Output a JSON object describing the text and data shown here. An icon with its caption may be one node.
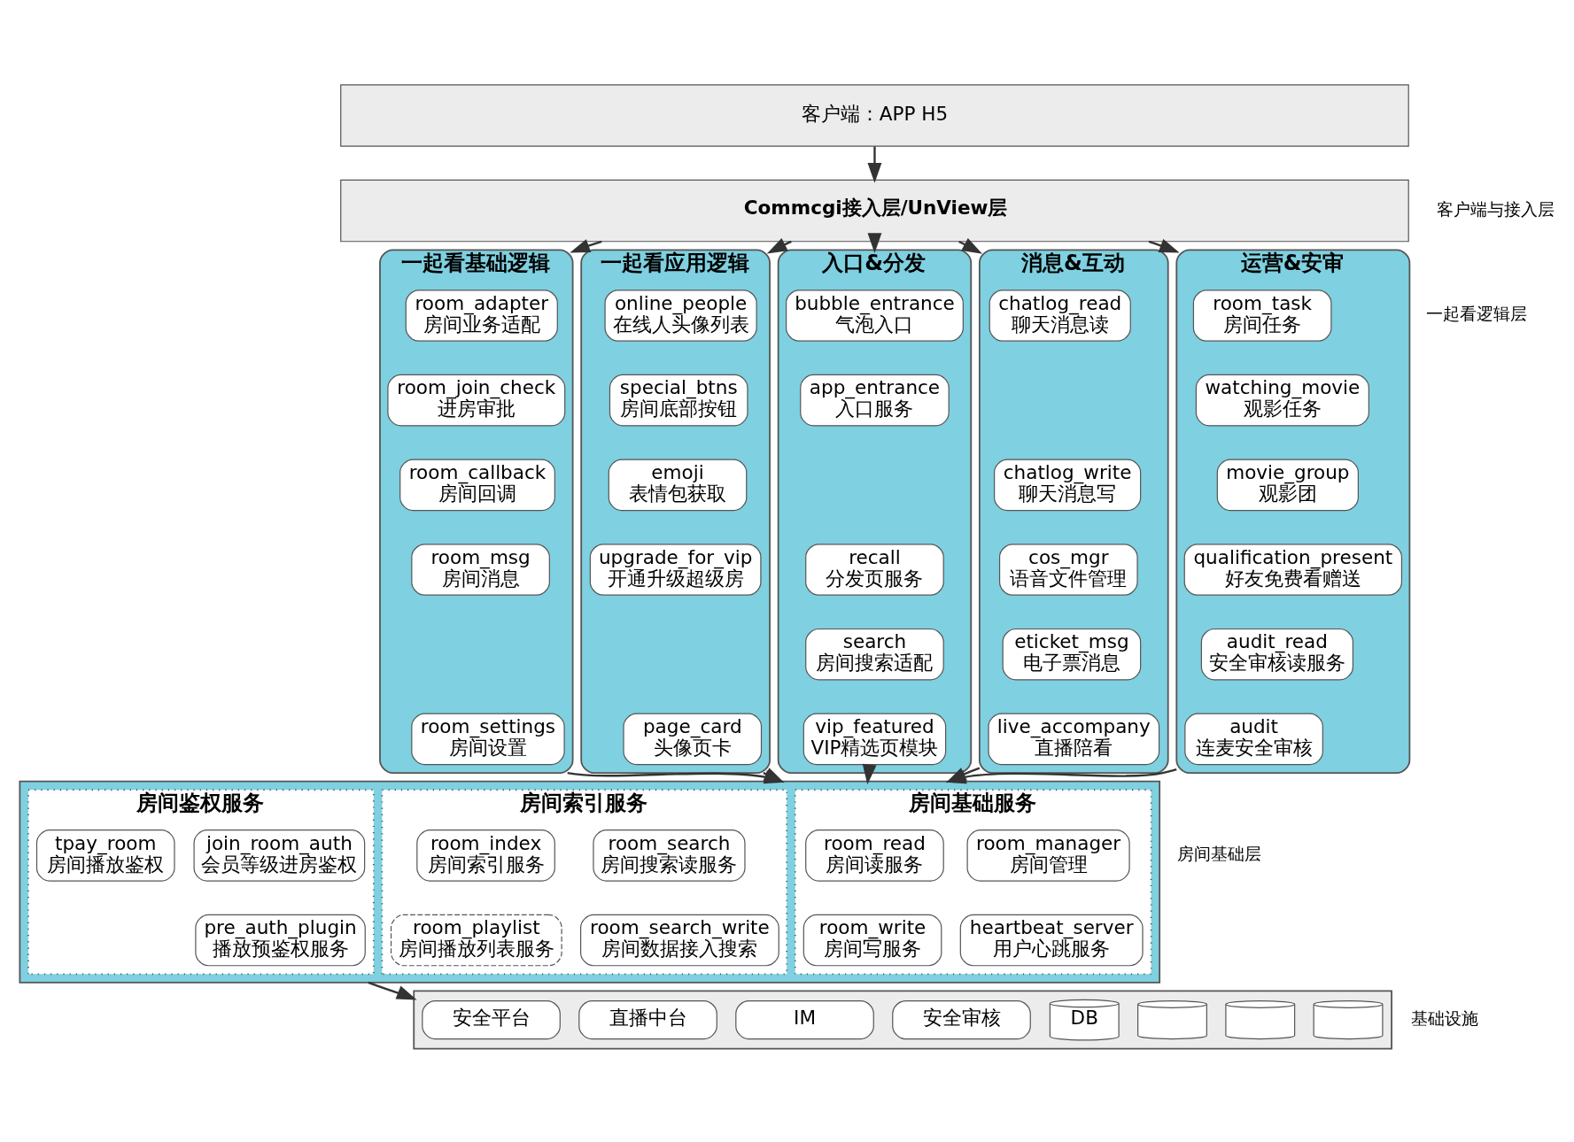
{
  "diagram": {
    "nodes": [
      {
        "text": [
          "客户端：APP H5"
        ]
      },
      {
        "text": [
          "Commcgi接入层/UnView层"
        ]
      },
      {
        "text": [
          "一起看基础逻辑"
        ]
      },
      {
        "text": [
          "room_adapter",
          "房间业务适配"
        ],
        "in": 2
      },
      {
        "text": [
          "room_join_check",
          "进房审批"
        ],
        "in": 2
      },
      {
        "text": [
          "room_callback",
          "房间回调"
        ],
        "in": 2
      },
      {
        "text": [
          "room_msg",
          "房间消息"
        ],
        "in": 2
      },
      {
        "text": [
          "room_settings",
          "房间设置"
        ],
        "in": 2
      },
      {
        "text": [
          "一起看应用逻辑"
        ]
      },
      {
        "text": [
          "online_people",
          "在线人头像列表"
        ],
        "in": 8
      },
      {
        "text": [
          "special_btns",
          "房间底部按钮"
        ],
        "in": 8
      },
      {
        "text": [
          "emoji",
          "表情包获取"
        ],
        "in": 8
      },
      {
        "text": [
          "upgrade_for_vip",
          "开通升级超级房"
        ],
        "in": 8
      },
      {
        "text": [
          "page_card",
          "头像页卡"
        ],
        "in": 8
      },
      {
        "text": [
          "入口&分发"
        ]
      },
      {
        "text": [
          "bubble_entrance",
          "气泡入口"
        ],
        "in": 14
      },
      {
        "text": [
          "app_entrance",
          "入口服务"
        ],
        "in": 14
      },
      {
        "text": [
          "recall",
          "分发页服务"
        ],
        "in": 14
      },
      {
        "text": [
          "search",
          "房间搜索适配"
        ],
        "in": 14
      },
      {
        "text": [
          "vip_featured",
          "VIP精选页模块"
        ],
        "in": 14
      },
      {
        "text": [
          "消息&互动"
        ]
      },
      {
        "text": [
          "chatlog_read",
          "聊天消息读"
        ],
        "in": 20
      },
      {
        "text": [
          "chatlog_write",
          "聊天消息写"
        ],
        "in": 20
      },
      {
        "text": [
          "cos_mgr",
          "语音文件管理"
        ],
        "in": 20
      },
      {
        "text": [
          "eticket_msg",
          "电子票消息"
        ],
        "in": 20
      },
      {
        "text": [
          "live_accompany",
          "直播陪看"
        ],
        "in": 20
      },
      {
        "text": [
          "运营&安审"
        ]
      },
      {
        "text": [
          "room_task",
          "房间任务"
        ],
        "in": 26
      },
      {
        "text": [
          "watching_movie",
          "观影任务"
        ],
        "in": 26
      },
      {
        "text": [
          "movie_group",
          "观影团"
        ],
        "in": 26
      },
      {
        "text": [
          "qualification_present",
          "好友免费看赠送"
        ],
        "in": 26
      },
      {
        "text": [
          "audit_read",
          "安全审核读服务"
        ],
        "in": 26
      },
      {
        "text": [
          "audit",
          "连麦安全审核"
        ],
        "in": 26
      },
      {
        "text": [],
        "shape": "box"
      },
      {
        "text": [
          "房间基础服务"
        ],
        "in": 33
      },
      {
        "text": [
          "room_read",
          "房间读服务"
        ],
        "in": 34
      },
      {
        "text": [
          "room_manager",
          "房间管理"
        ],
        "in": 34
      },
      {
        "text": [
          "room_write",
          "房间写服务"
        ],
        "in": 34
      },
      {
        "text": [
          "heartbeat_server",
          "用户心跳服务"
        ],
        "in": 34
      },
      {
        "text": [
          "房间索引服务"
        ],
        "in": 33
      },
      {
        "text": [
          "room_index",
          "房间索引服务"
        ],
        "in": 39
      },
      {
        "text": [
          "room_search",
          "房间搜索读服务"
        ],
        "in": 39
      },
      {
        "text": [
          "room_playlist",
          "房间播放列表服务"
        ],
        "in": 39
      },
      {
        "text": [
          "room_search_write",
          "房间数据接入搜索"
        ],
        "in": 39
      },
      {
        "text": [
          "房间鉴权服务"
        ],
        "in": 33
      },
      {
        "text": [
          "tpay_room",
          "房间播放鉴权"
        ],
        "in": 44
      },
      {
        "text": [
          "join_room_auth",
          "会员等级进房鉴权"
        ],
        "in": 44
      },
      {
        "text": [
          "pre_auth_plugin",
          "播放预鉴权服务"
        ],
        "in": 44
      },
      {
        "text": [],
        "shape": "box"
      },
      {
        "text": [
          "安全平台"
        ],
        "in": 48
      },
      {
        "text": [
          "直播中台"
        ],
        "in": 48
      },
      {
        "text": [
          "IM"
        ],
        "in": 48
      },
      {
        "text": [
          "安全审核"
        ],
        "in": 48
      },
      {
        "text": [
          "DB"
        ],
        "in": 48
      },
      {
        "text": [],
        "shape": "cylinder",
        "in": 48
      },
      {
        "text": [],
        "shape": "cylinder",
        "in": 48
      },
      {
        "text": [],
        "shape": "cylinder",
        "in": 48
      }
    ],
    "edges": [
      {
        "from": 0,
        "to": 1,
        "arrow": "to"
      },
      {
        "from": 1,
        "to": 2,
        "arrow": "to"
      },
      {
        "from": 1,
        "to": 8,
        "arrow": "to"
      },
      {
        "from": 1,
        "to": 14,
        "arrow": "to"
      },
      {
        "from": 1,
        "to": 20,
        "arrow": "to"
      },
      {
        "from": 1,
        "to": 26,
        "arrow": "to"
      },
      {
        "from": 2,
        "to": 33,
        "arrow": "to"
      },
      {
        "from": 8,
        "to": 33,
        "arrow": "to"
      },
      {
        "from": 14,
        "to": 33,
        "arrow": "to"
      },
      {
        "from": 20,
        "to": 33,
        "arrow": "to"
      },
      {
        "from": 26,
        "to": 33,
        "arrow": "to"
      },
      {
        "from": 33,
        "to": 48,
        "arrow": "to"
      }
    ],
    "labels": [
      "客户端与接入层",
      "一起看逻辑层",
      "房间基础层",
      "基础设施"
    ]
  }
}
